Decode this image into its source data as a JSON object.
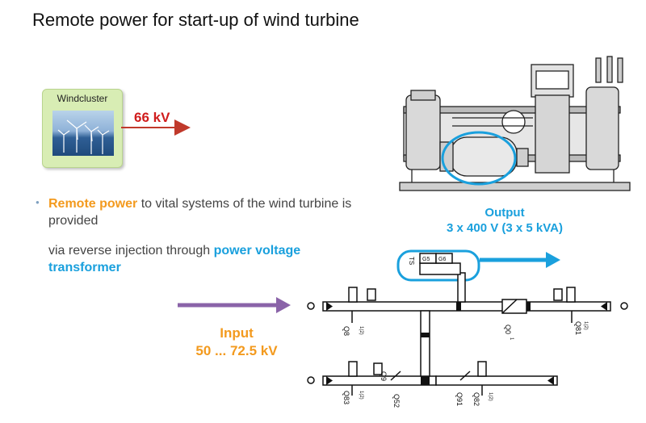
{
  "title": "Remote power for start-up of wind turbine",
  "windcluster": {
    "label": "Windcluster",
    "voltage": "66 kV"
  },
  "bullet": {
    "highlight": "Remote power",
    "line1_rest": " to vital systems of the wind turbine is provided",
    "line2_prefix": "via reverse injection through ",
    "line2_highlight": "power voltage transformer"
  },
  "output": {
    "title": "Output",
    "value": "3 x 400 V (3 x 5 kVA)"
  },
  "input": {
    "title": "Input",
    "value": "50 ... 72.5 kV"
  },
  "schematic_labels": {
    "q8": "Q8",
    "q8_sub": "1(2)",
    "q0": "Q0",
    "q0_sub": "1",
    "q81": "Q81",
    "q81_sub": "1(2)",
    "q83": "Q83",
    "q83_sub": "1(2)",
    "q9": "Q9",
    "q52": "Q52",
    "q91": "Q91",
    "q82": "Q82",
    "q82_sub": "1(2)",
    "ts": "TS",
    "g5": "G5",
    "g6": "G6"
  },
  "colors": {
    "red_arrow": "#c0392b",
    "purple_arrow": "#8a63a8",
    "blue": "#1aa0dd",
    "orange": "#f39a1e"
  }
}
